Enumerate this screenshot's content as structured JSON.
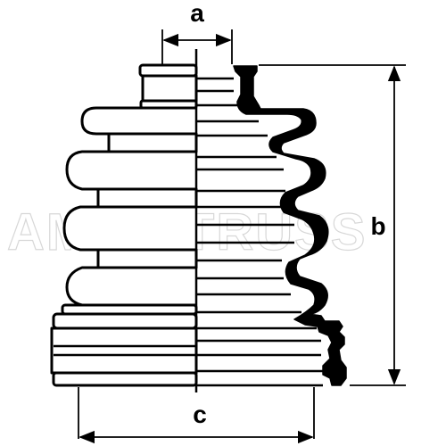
{
  "diagram": {
    "dimension_labels": {
      "a": "a",
      "b": "b",
      "c": "c"
    },
    "watermark_text": "AMERITRUSS",
    "colors": {
      "line": "#000000",
      "boot_section_fill": "#000000",
      "background": "#ffffff",
      "watermark": "#b8b8b8"
    }
  }
}
